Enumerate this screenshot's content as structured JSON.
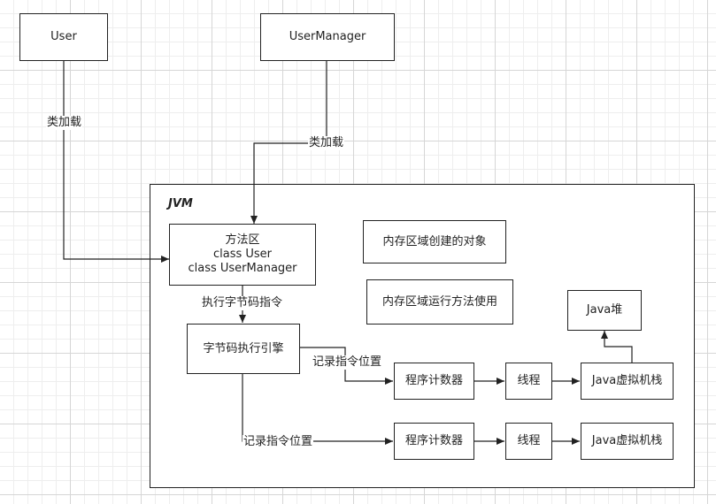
{
  "nodes": {
    "user": "User",
    "user_manager": "UserManager",
    "jvm_title": "JVM",
    "method_area": [
      "方法区",
      "class User",
      "class UserManager"
    ],
    "bytecode_engine": "字节码执行引擎",
    "heap_objects": "内存区域创建的对象",
    "method_runtime": "内存区域运行方法使用",
    "java_heap": "Java堆",
    "pc1": "程序计数器",
    "thread1": "线程",
    "stack1": "Java虚拟机栈",
    "pc2": "程序计数器",
    "thread2": "线程",
    "stack2": "Java虚拟机栈"
  },
  "edges": {
    "user_load": "类加载",
    "manager_load": "类加载",
    "exec_bytecode": "执行字节码指令",
    "record_pos_1": "记录指令位置",
    "record_pos_2": "记录指令位置"
  },
  "colors": {
    "line": "#222222",
    "grid_major": "#d6d6d6",
    "grid_minor": "#eeeeee"
  }
}
